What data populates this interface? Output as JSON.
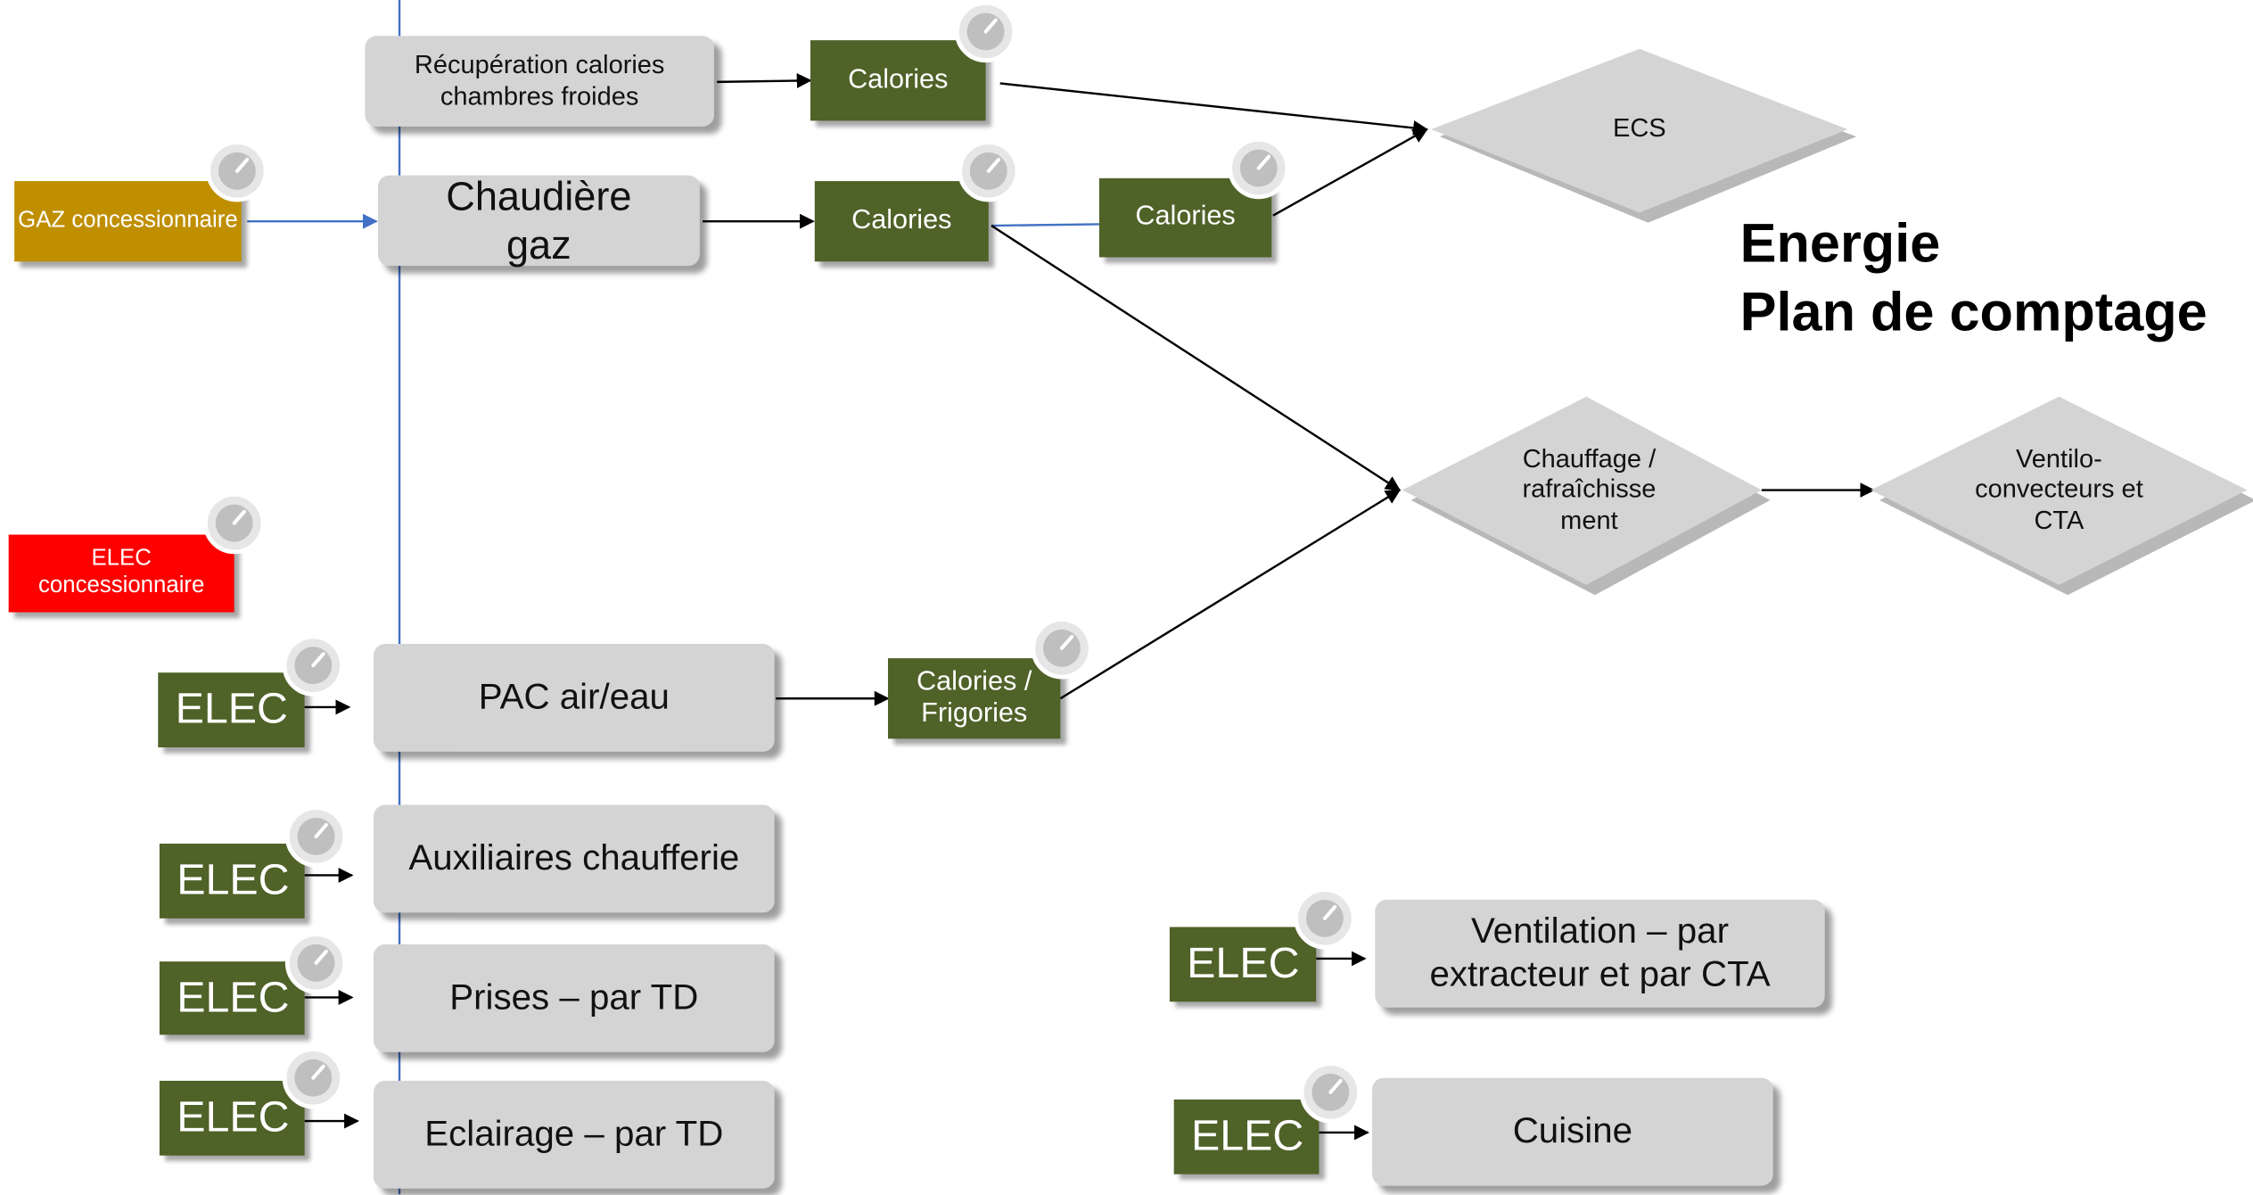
{
  "title": {
    "line1": "Energie",
    "line2": "Plan de comptage"
  },
  "sources": {
    "gaz": "GAZ concessionnaire",
    "elec": "ELEC concessionnaire"
  },
  "processes": {
    "recuperation": "Récupération calories chambres froides",
    "chaudiere": "Chaudière gaz",
    "pac": "PAC air/eau",
    "auxiliaires": "Auxiliaires chaufferie",
    "prises": "Prises – par TD",
    "eclairage": "Eclairage – par TD",
    "ventilation": "Ventilation – par extracteur et par CTA",
    "cuisine": "Cuisine"
  },
  "energy_boxes": {
    "calories_recup": "Calories",
    "calories_chaudiere": "Calories",
    "calories_third": "Calories",
    "calories_frigories": "Calories / Frigories"
  },
  "elec_label": "ELEC",
  "uses": {
    "ecs": "ECS",
    "chauffage": "Chauffage / rafraîchisse ment",
    "ventilo": "Ventilo-convecteurs et CTA"
  },
  "colors": {
    "process_fill": "#d4d4d4",
    "energy_green": "#4f6228",
    "gas_gold": "#bf8f00",
    "elec_red": "#ff0000",
    "use_diamond": "#d4d4d4",
    "bus_line": "#4472c4",
    "meter_icon": "#d9d9d9"
  },
  "icons": {
    "meter": "meter-gauge-icon"
  }
}
